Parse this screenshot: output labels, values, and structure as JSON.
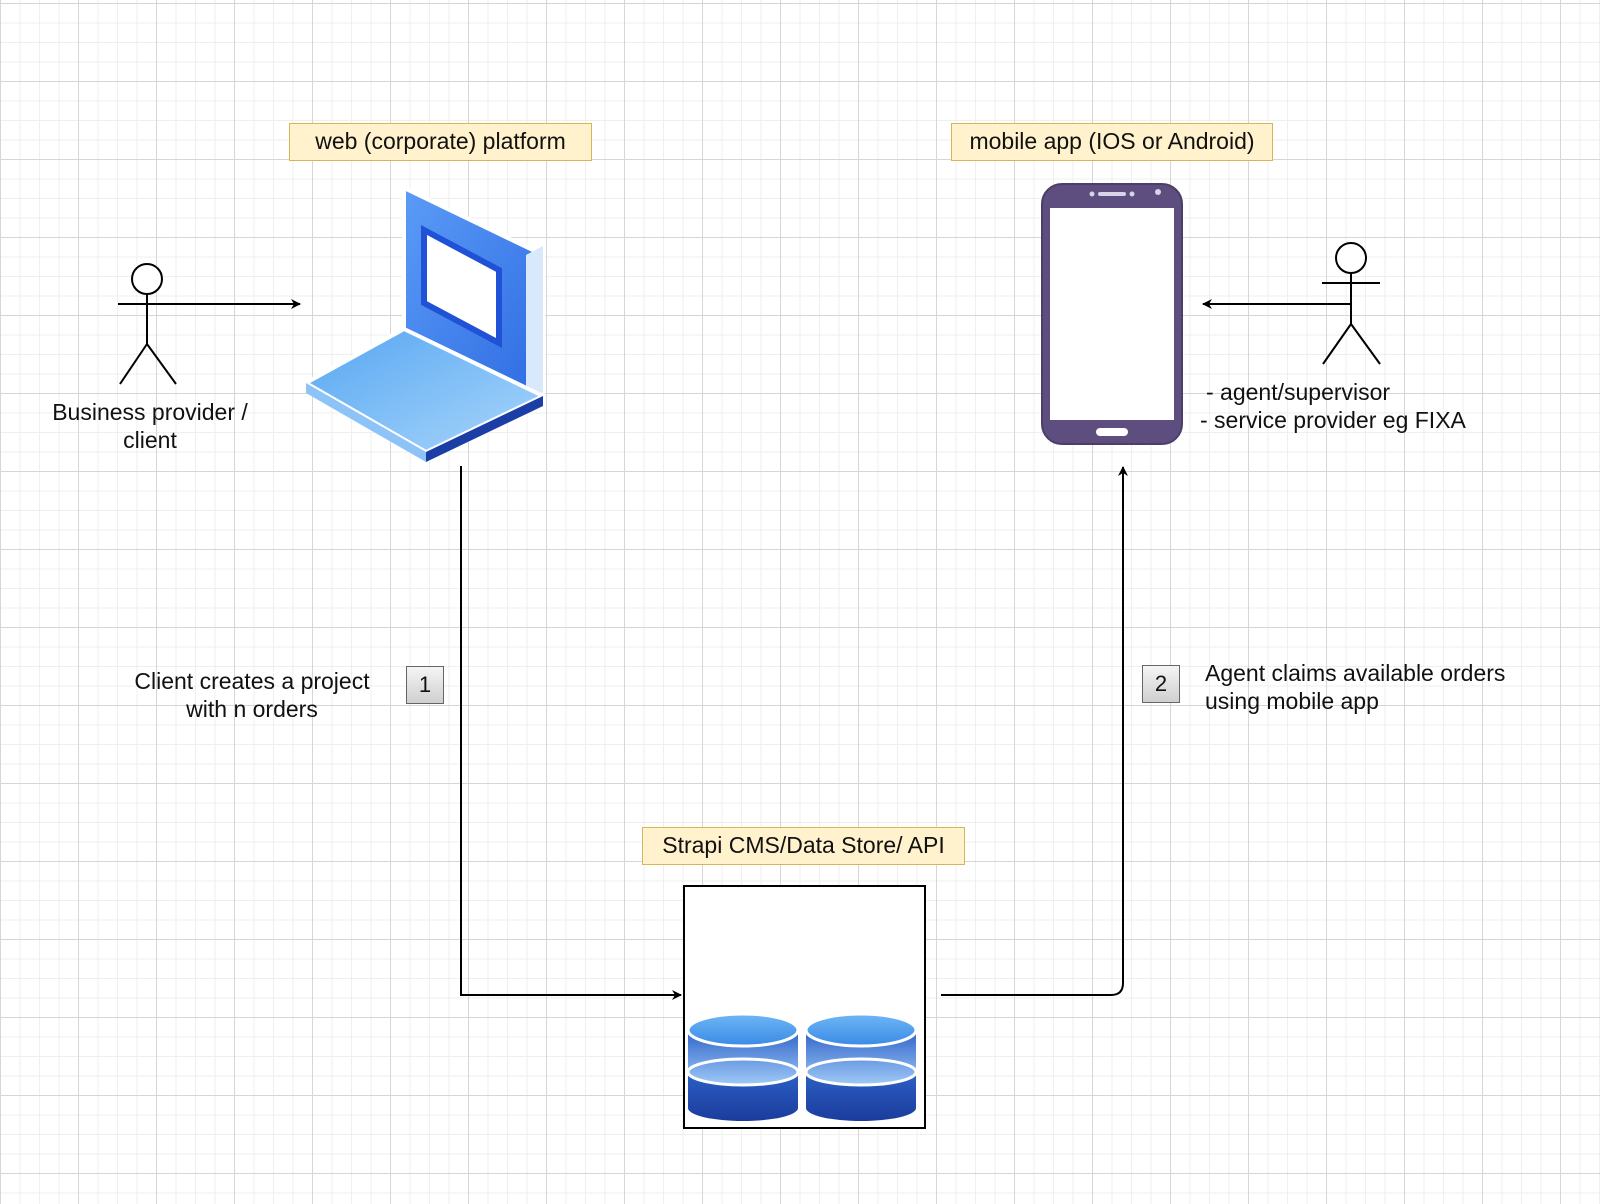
{
  "labels": {
    "web_platform": "web (corporate) platform",
    "mobile_app": "mobile app (IOS or Android)",
    "strapi": "Strapi CMS/Data Store/ API"
  },
  "actors": {
    "business_provider": [
      "Business provider /",
      "client"
    ],
    "agent": [
      "-  agent/supervisor",
      "-  service provider eg FIXA"
    ]
  },
  "steps": {
    "step1": {
      "number": "1",
      "text": [
        "Client creates a project",
        "with n orders"
      ]
    },
    "step2": {
      "number": "2",
      "text": [
        "Agent claims available orders",
        "using mobile app"
      ]
    }
  },
  "colors": {
    "label_fill": "#fff2cc",
    "label_stroke": "#d6b656",
    "laptop_blue": "#3f7ef0",
    "phone_purple": "#5d4e7f",
    "db_blue": "#1e3fa6"
  },
  "icons": [
    "laptop-icon",
    "mobile-phone-icon",
    "database-icon",
    "stick-figure-icon"
  ]
}
